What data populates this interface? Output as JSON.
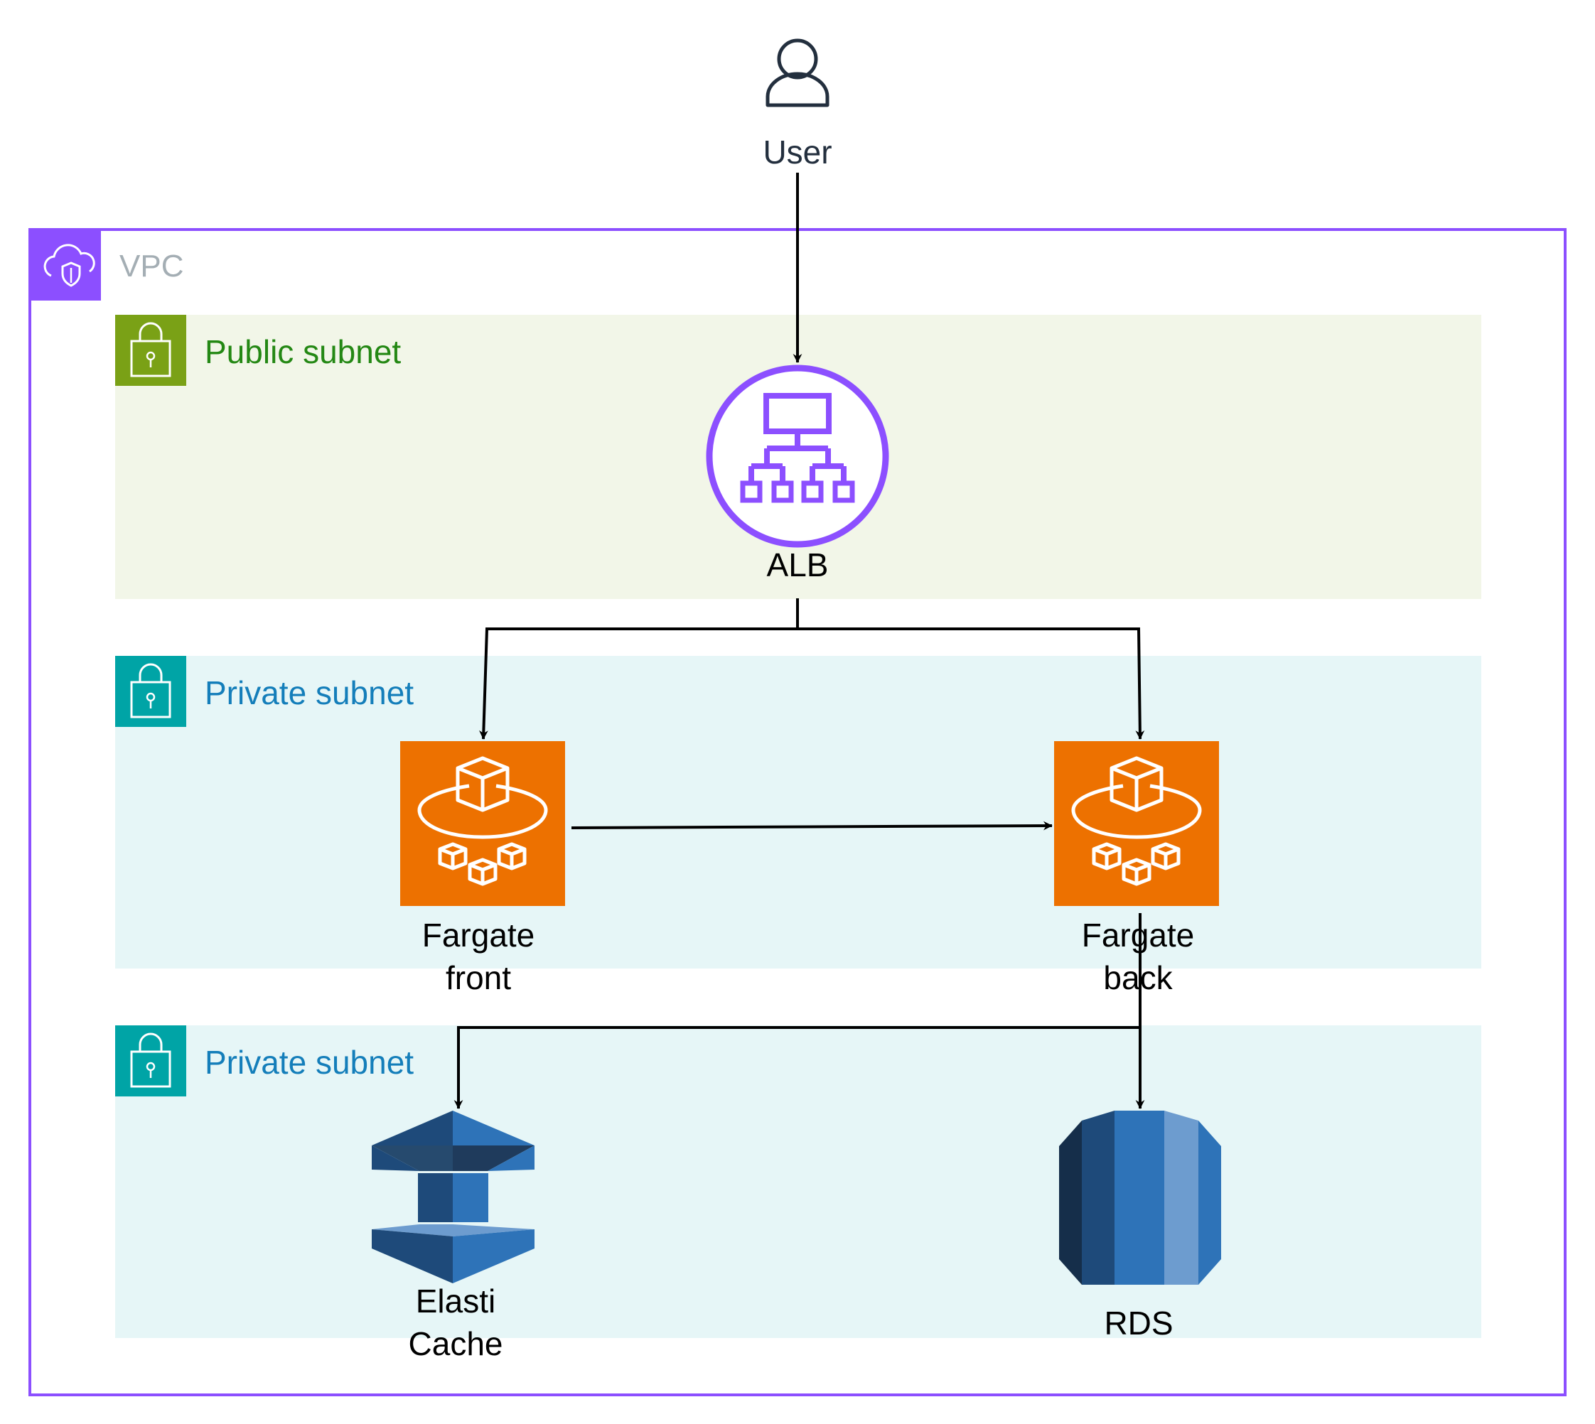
{
  "nodes": {
    "user": {
      "label": "User",
      "icon": "user-icon"
    },
    "alb": {
      "label": "ALB",
      "icon": "load-balancer-icon"
    },
    "fargate_front": {
      "label_line1": "Fargate",
      "label_line2": "front",
      "icon": "fargate-icon"
    },
    "fargate_back": {
      "label_line1": "Fargate",
      "label_line2": "back",
      "icon": "fargate-icon"
    },
    "elasticache": {
      "label_line1": "Elasti",
      "label_line2": "Cache",
      "icon": "elasticache-icon"
    },
    "rds": {
      "label": "RDS",
      "icon": "rds-icon"
    }
  },
  "groups": {
    "vpc": {
      "label": "VPC",
      "icon": "vpc-cloud-shield-icon",
      "color": "#8C4FFF"
    },
    "public_subnet": {
      "label": "Public subnet",
      "icon": "lock-icon",
      "color": "#7AA116",
      "fill": "#F2F6E8"
    },
    "private_subnet_1": {
      "label": "Private subnet",
      "icon": "lock-icon",
      "color": "#00A4A6",
      "fill": "#E6F6F7"
    },
    "private_subnet_2": {
      "label": "Private subnet",
      "icon": "lock-icon",
      "color": "#00A4A6",
      "fill": "#E6F6F7"
    }
  },
  "edges": [
    {
      "from": "user",
      "to": "alb"
    },
    {
      "from": "alb",
      "to": "fargate_front"
    },
    {
      "from": "alb",
      "to": "fargate_back"
    },
    {
      "from": "fargate_front",
      "to": "fargate_back"
    },
    {
      "from": "fargate_back",
      "to": "elasticache"
    },
    {
      "from": "fargate_back",
      "to": "rds"
    }
  ],
  "colors": {
    "vpc_text": "#A4AEB4",
    "public_text": "#248814",
    "private_text": "#147EBA",
    "fargate": "#ED7100",
    "alb": "#8C4FFF",
    "aws_blue_dark": "#1E4A7A",
    "aws_blue": "#2E73B8",
    "aws_blue_light": "#6D9CCF"
  }
}
